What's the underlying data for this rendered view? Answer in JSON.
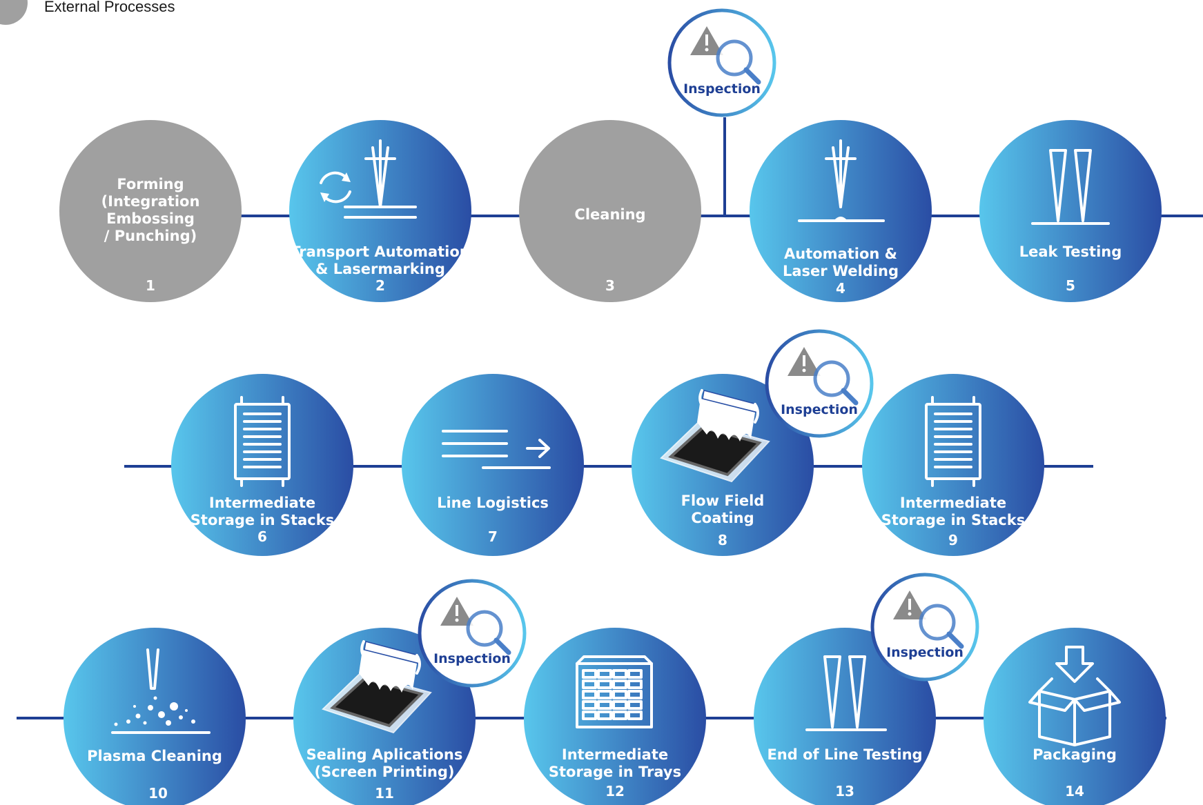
{
  "legend": {
    "label": "External Processes",
    "color": "#a0a0a0"
  },
  "colors": {
    "line": "#1e3f94",
    "grad_start": "#58c6ec",
    "grad_end": "#2a4da4",
    "external": "#a0a0a0",
    "inspection_text": "#1e3f94"
  },
  "steps": [
    {
      "id": "1",
      "label_lines": [
        "Forming",
        "(Integration",
        "Embossing",
        "/ Punching)"
      ],
      "number": "1",
      "type": "external",
      "icon": "none"
    },
    {
      "id": "2",
      "label_lines": [
        "Transport Automation",
        "& Lasermarking"
      ],
      "number": "2",
      "type": "internal",
      "icon": "laser-marking-icon"
    },
    {
      "id": "3",
      "label_lines": [
        "Cleaning"
      ],
      "number": "3",
      "type": "external",
      "icon": "none"
    },
    {
      "id": "4",
      "label_lines": [
        "Automation &",
        "Laser Welding"
      ],
      "number": "4",
      "type": "internal",
      "icon": "laser-welding-icon"
    },
    {
      "id": "5",
      "label_lines": [
        "Leak Testing"
      ],
      "number": "5",
      "type": "internal",
      "icon": "probe-icon"
    },
    {
      "id": "6",
      "label_lines": [
        "Intermediate",
        "Storage in Stacks"
      ],
      "number": "6",
      "type": "internal",
      "icon": "stack-storage-icon"
    },
    {
      "id": "7",
      "label_lines": [
        "Line Logistics"
      ],
      "number": "7",
      "type": "internal",
      "icon": "logistics-icon"
    },
    {
      "id": "8",
      "label_lines": [
        "Flow Field",
        "Coating"
      ],
      "number": "8",
      "type": "internal",
      "icon": "screen-printing-icon"
    },
    {
      "id": "9",
      "label_lines": [
        "Intermediate",
        "Storage in Stacks"
      ],
      "number": "9",
      "type": "internal",
      "icon": "stack-storage-icon"
    },
    {
      "id": "10",
      "label_lines": [
        "Plasma Cleaning"
      ],
      "number": "10",
      "type": "internal",
      "icon": "plasma-icon"
    },
    {
      "id": "11",
      "label_lines": [
        "Sealing Aplications",
        "(Screen Printing)"
      ],
      "number": "11",
      "type": "internal",
      "icon": "screen-printing-icon"
    },
    {
      "id": "12",
      "label_lines": [
        "Intermediate",
        "Storage in Trays"
      ],
      "number": "12",
      "type": "internal",
      "icon": "tray-storage-icon"
    },
    {
      "id": "13",
      "label_lines": [
        "End of Line Testing"
      ],
      "number": "13",
      "type": "internal",
      "icon": "probe-icon"
    },
    {
      "id": "14",
      "label_lines": [
        "Packaging"
      ],
      "number": "14",
      "type": "internal",
      "icon": "packaging-icon"
    }
  ],
  "inspections": [
    {
      "after_step": "3",
      "label": "Inspection",
      "icon": "inspection-icon"
    },
    {
      "at_step": "8",
      "label": "Inspection",
      "icon": "inspection-icon"
    },
    {
      "at_step": "11",
      "label": "Inspection",
      "icon": "inspection-icon"
    },
    {
      "at_step": "13",
      "label": "Inspection",
      "icon": "inspection-icon"
    }
  ]
}
